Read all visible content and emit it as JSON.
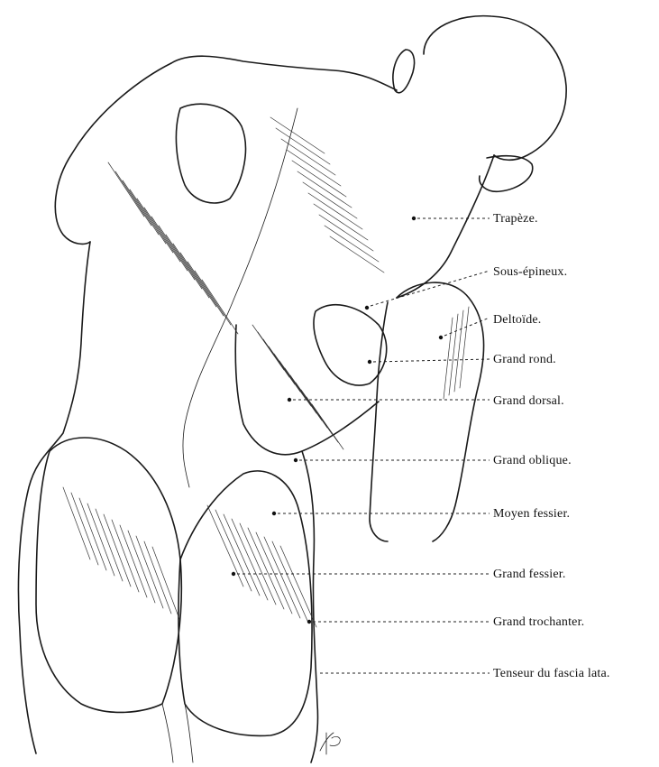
{
  "labels": [
    "Trapèze.",
    "Sous-épineux.",
    "Deltoïde.",
    "Grand rond.",
    "Grand dorsal.",
    "Grand oblique.",
    "Moyen fessier.",
    "Grand fessier.",
    "Grand trochanter.",
    "Tenseur du fascia lata."
  ],
  "signature": "JR"
}
